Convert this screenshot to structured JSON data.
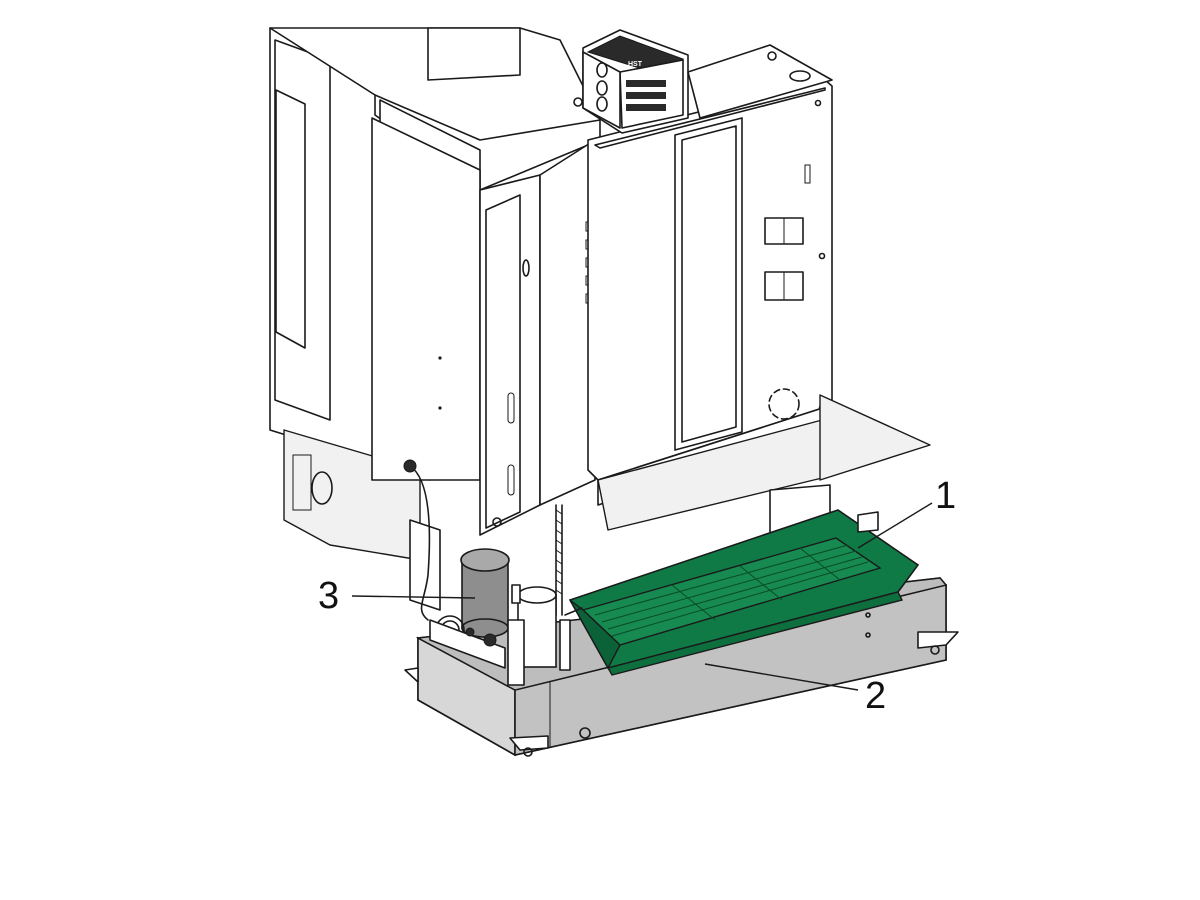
{
  "callouts": [
    {
      "label": "1"
    },
    {
      "label": "2"
    },
    {
      "label": "3"
    }
  ],
  "equipment_badge": "HST",
  "colors": {
    "chip_tray_green": "#0f7a45",
    "chip_tray_green_light": "#168a50",
    "coolant_tank_gray": "#c8c8c8",
    "pump_gray": "#8e8e8e",
    "linework": "#1a1a1a",
    "background": "#ffffff"
  }
}
